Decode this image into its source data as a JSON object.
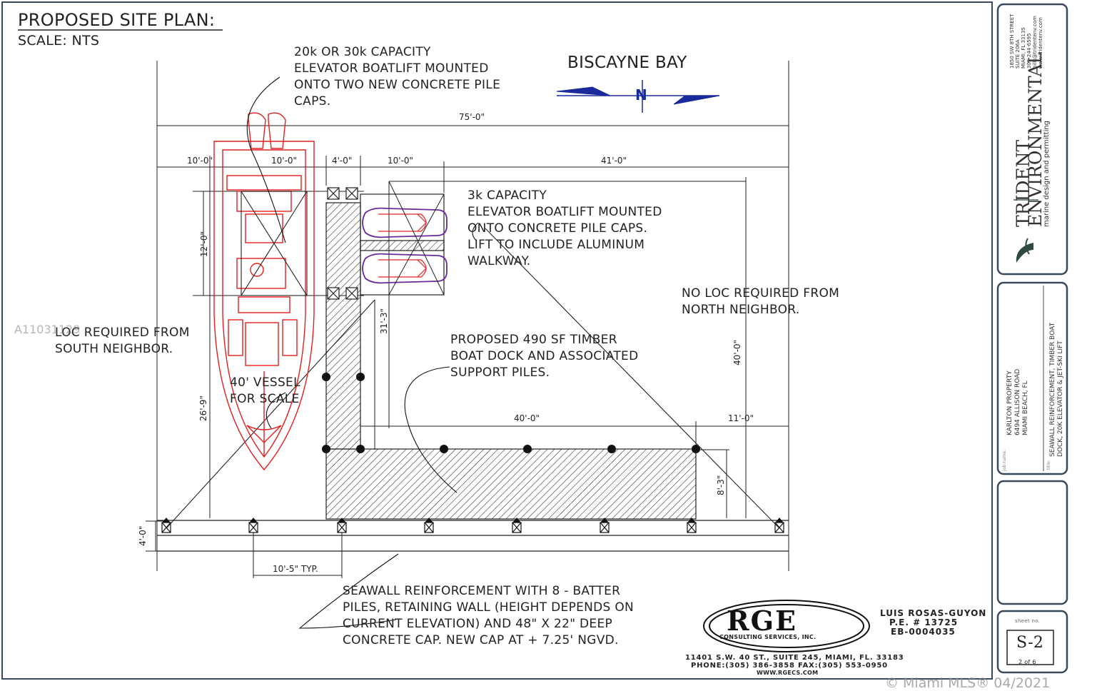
{
  "title": {
    "heading": "PROPOSED SITE PLAN:",
    "scale": "SCALE: NTS"
  },
  "water_body": "BISCAYNE BAY",
  "north_arrow_letter": "N",
  "notes": {
    "main_lift": [
      "20k OR 30k CAPACITY",
      "ELEVATOR BOATLIFT MOUNTED",
      "ONTO TWO NEW CONCRETE PILE",
      "CAPS."
    ],
    "jetski_lift": [
      "3k CAPACITY",
      "ELEVATOR BOATLIFT MOUNTED",
      "ONTO CONCRETE PILE CAPS.",
      "LIFT TO INCLUDE ALUMINUM",
      "WALKWAY."
    ],
    "north_neighbor": [
      "NO LOC REQUIRED FROM",
      "NORTH NEIGHBOR."
    ],
    "south_neighbor": [
      "LOC REQUIRED FROM",
      "SOUTH NEIGHBOR."
    ],
    "dock": [
      "PROPOSED 490 SF TIMBER",
      "BOAT DOCK AND ASSOCIATED",
      "SUPPORT PILES."
    ],
    "vessel": [
      "40' VESSEL",
      "FOR SCALE"
    ],
    "seawall": [
      "SEAWALL REINFORCEMENT WITH 8 - BATTER",
      "PILES, RETAINING WALL (HEIGHT DEPENDS ON",
      "CURRENT ELEVATION) AND 48\" X 22\" DEEP",
      "CONCRETE CAP.   NEW CAP AT + 7.25' NGVD."
    ]
  },
  "dimensions": {
    "overall": "75'-0\"",
    "d1": "10'-0\"",
    "d2": "10'-0\"",
    "d3": "4'-0\"",
    "d4": "10'-0\"",
    "d5": "41'-0\"",
    "lift_width": "12'-0\"",
    "walkway_len": "31'-3\"",
    "right_depth": "40'-0\"",
    "bottom_leg": "40'-0\"",
    "right_gap": "11'-0\"",
    "dock_depth": "8'-3\"",
    "setback": "26'-9\"",
    "seawall_depth": "4'-0\"",
    "pile_spacing": "10'-5\" TYP."
  },
  "engineer": {
    "firm_logo": "RGE",
    "firm_sub": "CONSULTING SERVICES, INC.",
    "name": "LUIS ROSAS-GUYON",
    "pe": "P.E. # 13725",
    "eb": "EB-0004035",
    "address": "11401 S.W. 40 ST., SUITE 245, MIAMI, FL. 33183",
    "phone": "PHONE:(305) 386-3858    FAX:(305) 553-0950",
    "web": "WWW.RGECS.COM"
  },
  "title_block": {
    "company_line1": "TRIDENT",
    "company_line2": "ENVIRONMENTAL",
    "tagline": "marine design and permitting",
    "address": [
      "1850 SW 8TH STREET",
      "SUITE 206A",
      "MIAMI, FL 33135",
      "305-244-6595",
      "bills@tridentenv.com",
      "www.tridentenv.com"
    ],
    "job_label": "job name:",
    "job": [
      "KARLTON PROPERTY",
      "6494 ALLISON ROAD",
      "MIAMI BEACH, FL"
    ],
    "title_label": "title:",
    "title_text": [
      "SEAWALL REINFORCEMENT, TIMBER BOAT",
      "DOCK, 20K ELEVATOR & JET-SKI LIFT"
    ],
    "sheet_label": "sheet no.",
    "sheet_no": "S-2",
    "sheet_of": "2  of  6"
  },
  "watermarks": {
    "listing_id": "A11031129",
    "mls": "© Miami MLS® 04/2021"
  },
  "colors": {
    "ink": "#222222",
    "boat_red": "#e02020",
    "jetski_purple": "#6a2a9a",
    "north_arrow_blue": "#1a2a9a",
    "border": "#3a4a5a"
  }
}
